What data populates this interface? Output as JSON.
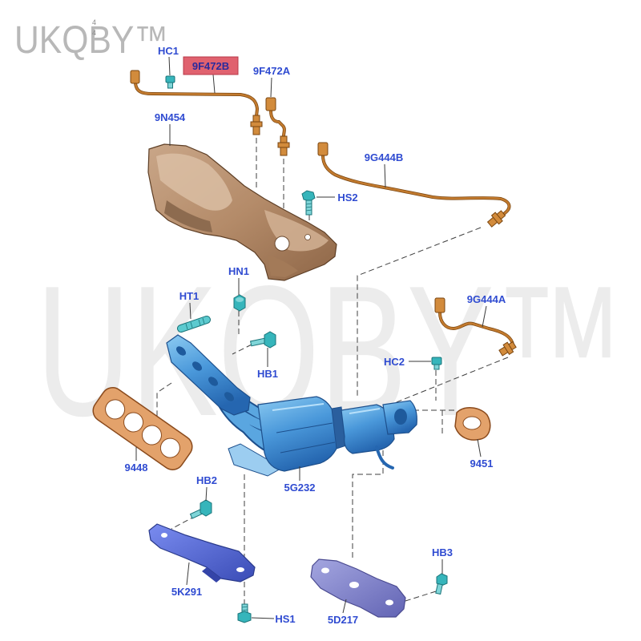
{
  "watermark": {
    "corner": "UKQBY™",
    "center": "UKQBY™",
    "marks": [
      "4",
      "4"
    ]
  },
  "labels": {
    "hc1": "HC1",
    "p9f472b": "9F472B",
    "p9f472a": "9F472A",
    "p9n454": "9N454",
    "p9g444b": "9G444B",
    "hs2": "HS2",
    "hn1": "HN1",
    "ht1": "HT1",
    "p9g444a": "9G444A",
    "hb1": "HB1",
    "hc2": "HC2",
    "p9448": "9448",
    "p9451": "9451",
    "p5g232": "5G232",
    "hb2": "HB2",
    "hb3": "HB3",
    "p5k291": "5K291",
    "hs1": "HS1",
    "p5d217": "5D217"
  },
  "colors": {
    "label": "#2f4bd1",
    "label_highlight_bg": "#e0626f",
    "label_highlight_text": "#2a2a9c",
    "wire": "#c27a2e",
    "fastener": "#36b5bb",
    "manifold": "#3f8fd6",
    "heat_shield": "#b38a68",
    "gasket": "#e3a26b",
    "bracket": "#5566d0",
    "watermark": "#b8b8b8"
  }
}
